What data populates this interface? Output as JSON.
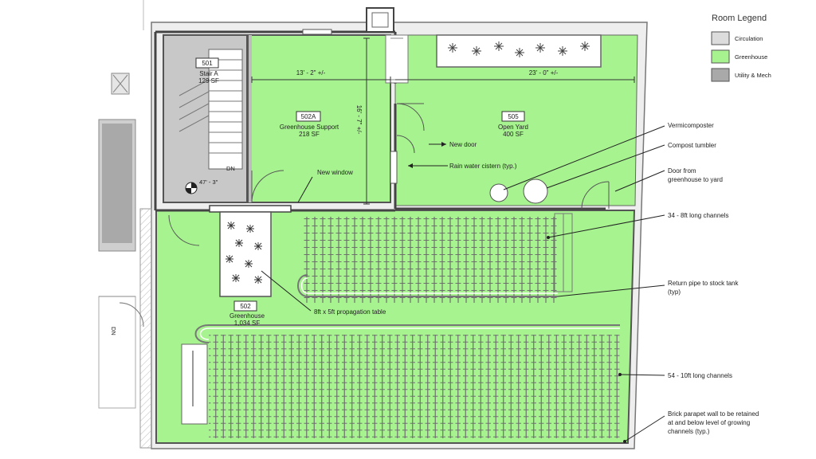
{
  "legend": {
    "title": "Room Legend",
    "items": [
      {
        "label": "Circulation",
        "color": "#dcdcdc"
      },
      {
        "label": "Greenhouse",
        "color": "#a6f38f"
      },
      {
        "label": "Utility & Mech",
        "color": "#a9a9a9"
      }
    ]
  },
  "rooms": {
    "r501": {
      "number": "501",
      "name": "Stair A",
      "area": "129 SF"
    },
    "r502a": {
      "number": "502A",
      "name": "Greenhouse Support",
      "area": "218 SF"
    },
    "r505": {
      "number": "505",
      "name": "Open Yard",
      "area": "400 SF"
    },
    "r502": {
      "number": "502",
      "name": "Greenhouse",
      "area": "1,034 SF"
    }
  },
  "dimensions": {
    "support_width": "13' - 2\" +/-",
    "support_depth": "16' - 7\" +/-",
    "yard_width": "23' - 0\" +/-",
    "stair_elev": "47' - 3\""
  },
  "marks": {
    "dn": "DN"
  },
  "annotations": {
    "new_window": "New window",
    "new_door": "New door",
    "rain_water": "Rain water cistern (typ.)",
    "vermicomposter": "Vermicomposter",
    "compost_tumbler": "Compost tumbler",
    "door_line1": "Door from",
    "door_line2": "greenhouse to yard",
    "channels_8ft": "34 - 8ft long channels",
    "return_line1": "Return pipe to stock tank",
    "return_line2": "(typ)",
    "propagation": "8ft x 5ft propagation table",
    "channels_10ft": "54 - 10ft long channels",
    "parapet_line1": "Brick parapet wall to be retained",
    "parapet_line2": "at and below level of growing",
    "parapet_line3": "channels (typ.)"
  },
  "colors": {
    "greenhouse": "#a6f38f",
    "circulation": "#dcdcdc",
    "utility": "#a9a9a9",
    "wall": "#555555"
  }
}
